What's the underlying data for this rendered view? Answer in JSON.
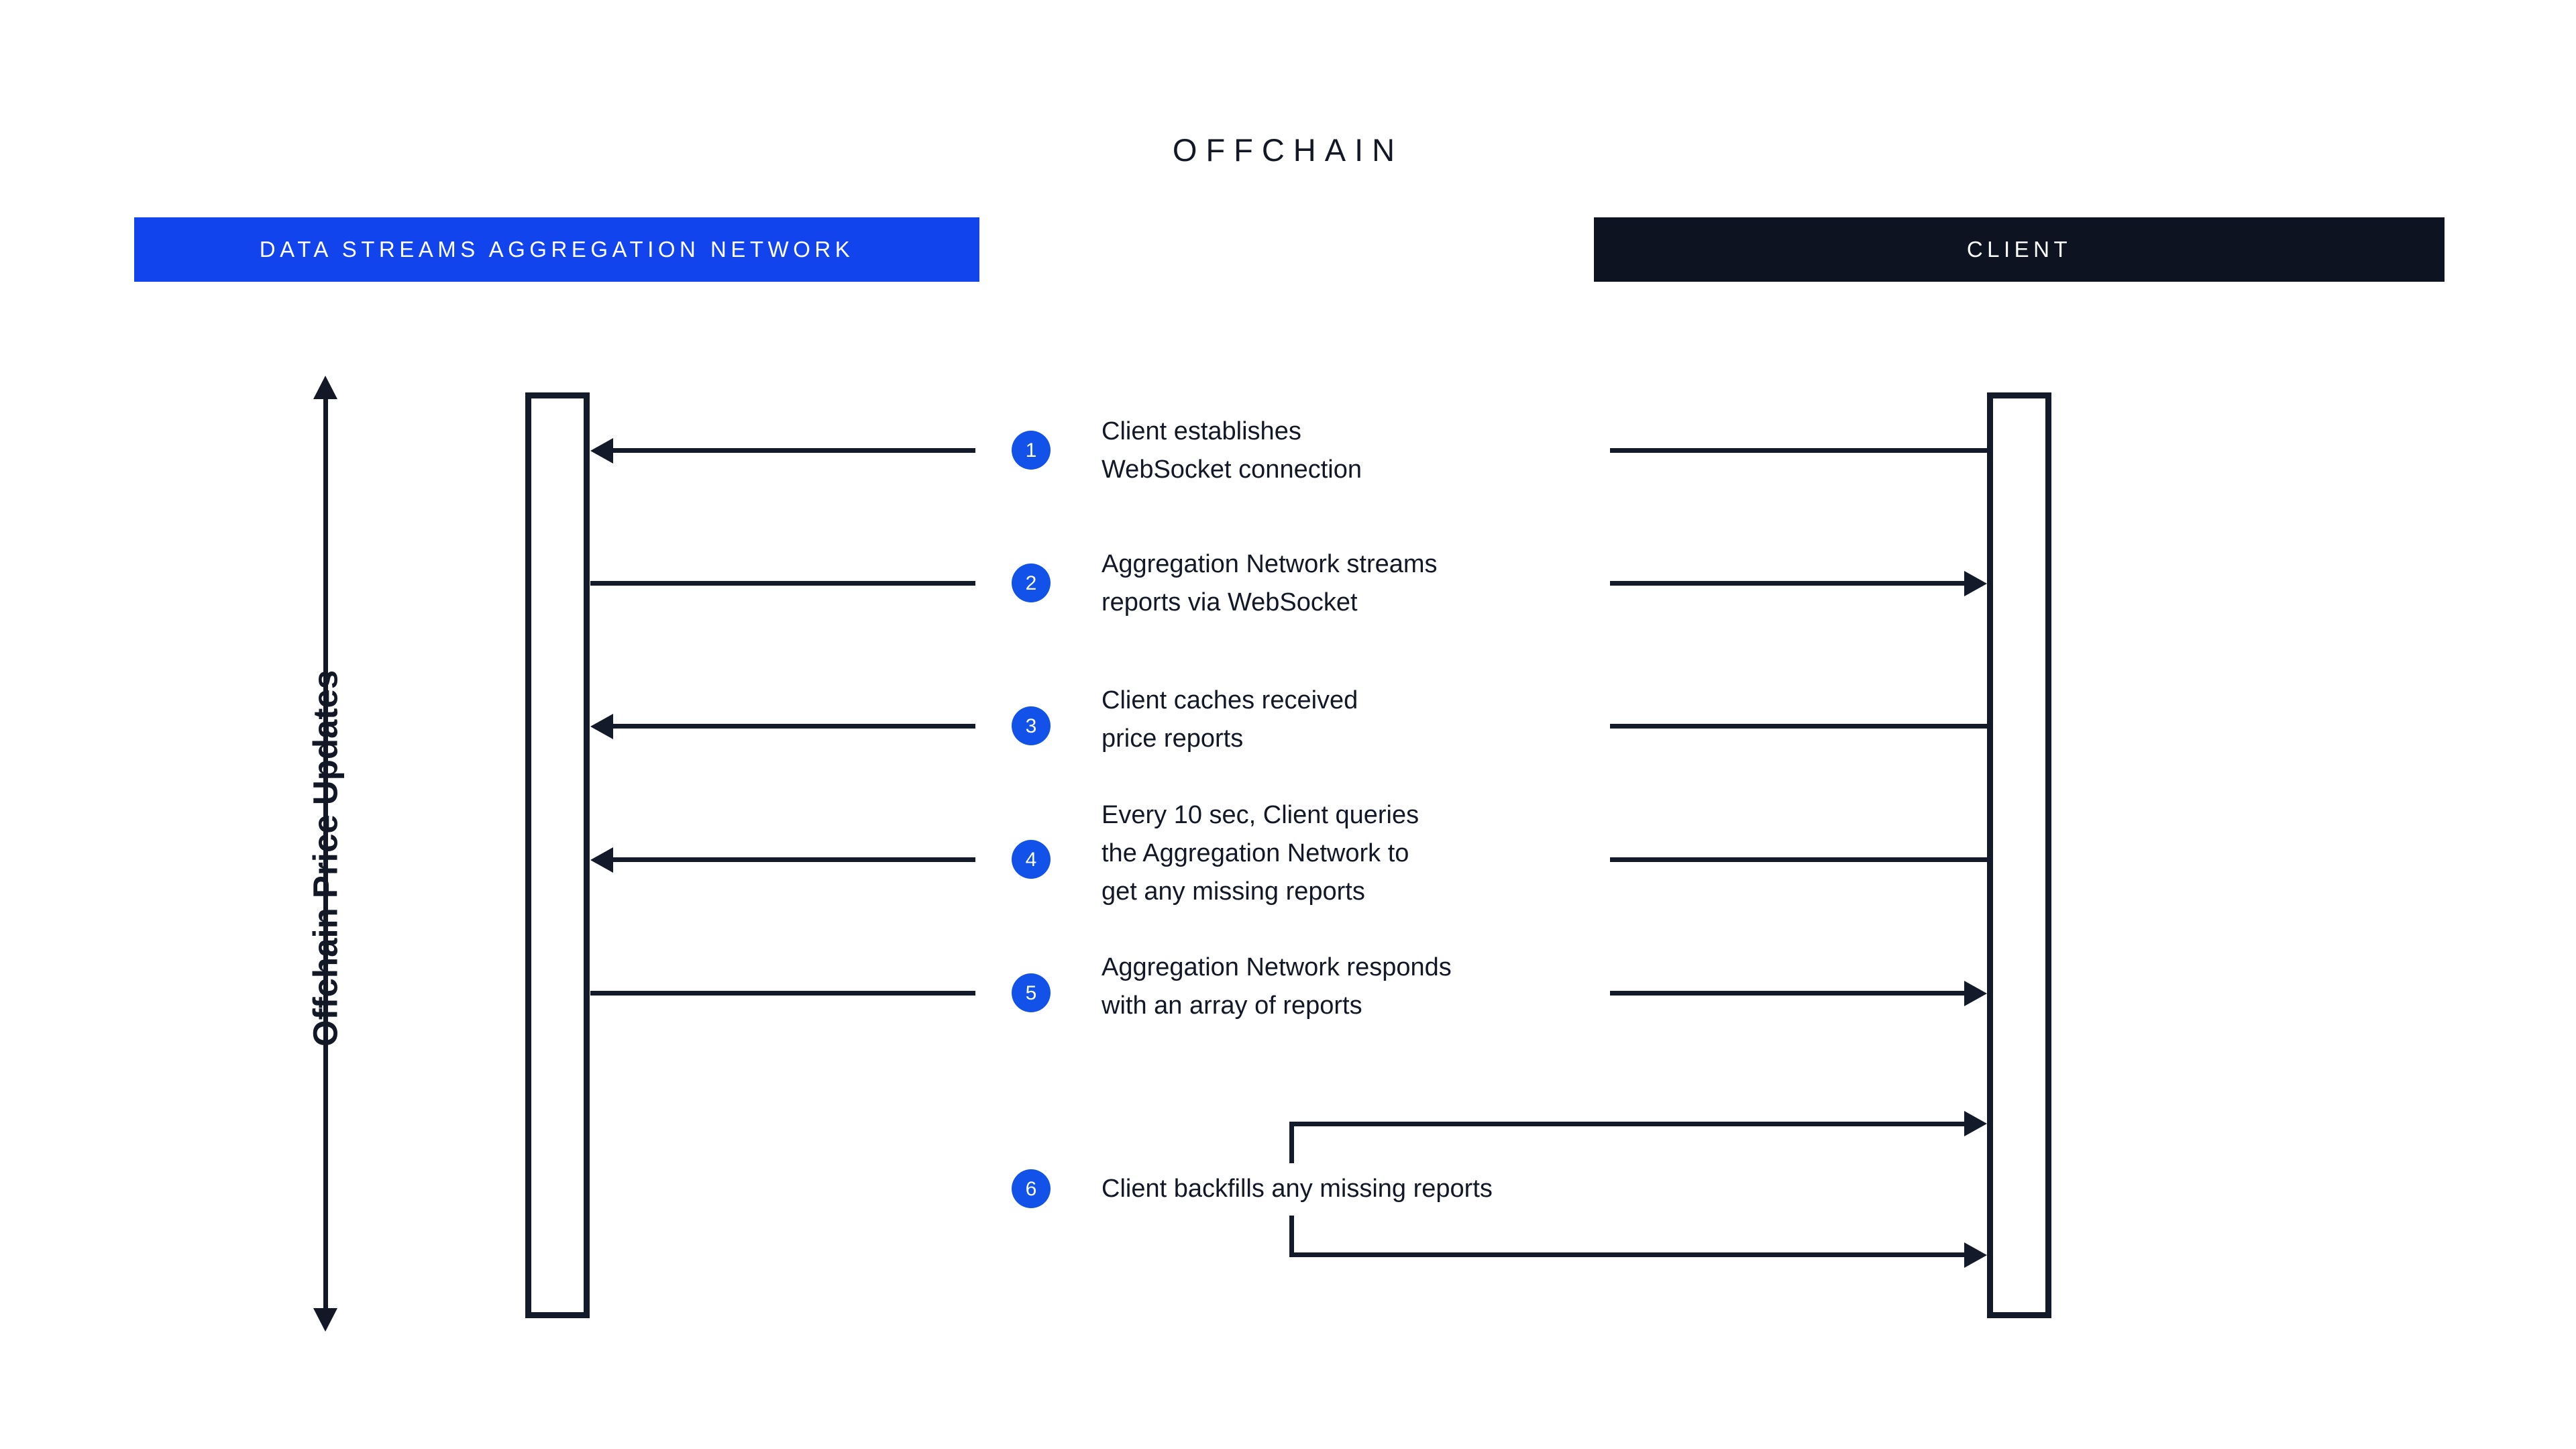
{
  "diagram": {
    "title": "OFFCHAIN",
    "type": "sequence-diagram",
    "background": "#ffffff",
    "colors": {
      "accent_blue": "#1244ee",
      "badge_blue": "#1352e8",
      "dark": "#0d1320",
      "line": "#131a2a",
      "text": "#121826",
      "header_text": "#ffffff"
    }
  },
  "lanes": [
    {
      "id": "network",
      "label": "DATA STREAMS AGGREGATION NETWORK",
      "header_color": "#1244ee"
    },
    {
      "id": "client",
      "label": "CLIENT",
      "header_color": "#0d1320"
    }
  ],
  "axis": {
    "label": "Offchain Price Updates",
    "direction": "bidirectional-vertical"
  },
  "steps": [
    {
      "number": "1",
      "text": "Client establishes\nWebSocket connection",
      "from": "client",
      "to": "network",
      "direction": "left",
      "style": "arrow"
    },
    {
      "number": "2",
      "text": "Aggregation Network streams\nreports via WebSocket",
      "from": "network",
      "to": "client",
      "direction": "right",
      "style": "arrow"
    },
    {
      "number": "3",
      "text": "Client caches received\nprice reports",
      "from": "client",
      "to": "network",
      "direction": "left",
      "style": "arrow"
    },
    {
      "number": "4",
      "text": "Every 10 sec, Client queries\nthe Aggregation Network to\nget any missing reports",
      "from": "client",
      "to": "network",
      "direction": "left",
      "style": "arrow"
    },
    {
      "number": "5",
      "text": "Aggregation Network responds\nwith an array of reports",
      "from": "network",
      "to": "client",
      "direction": "right",
      "style": "arrow"
    },
    {
      "number": "6",
      "text": "Client backfills any missing reports",
      "from": "client",
      "to": "client",
      "direction": "self",
      "style": "self-loop"
    }
  ]
}
